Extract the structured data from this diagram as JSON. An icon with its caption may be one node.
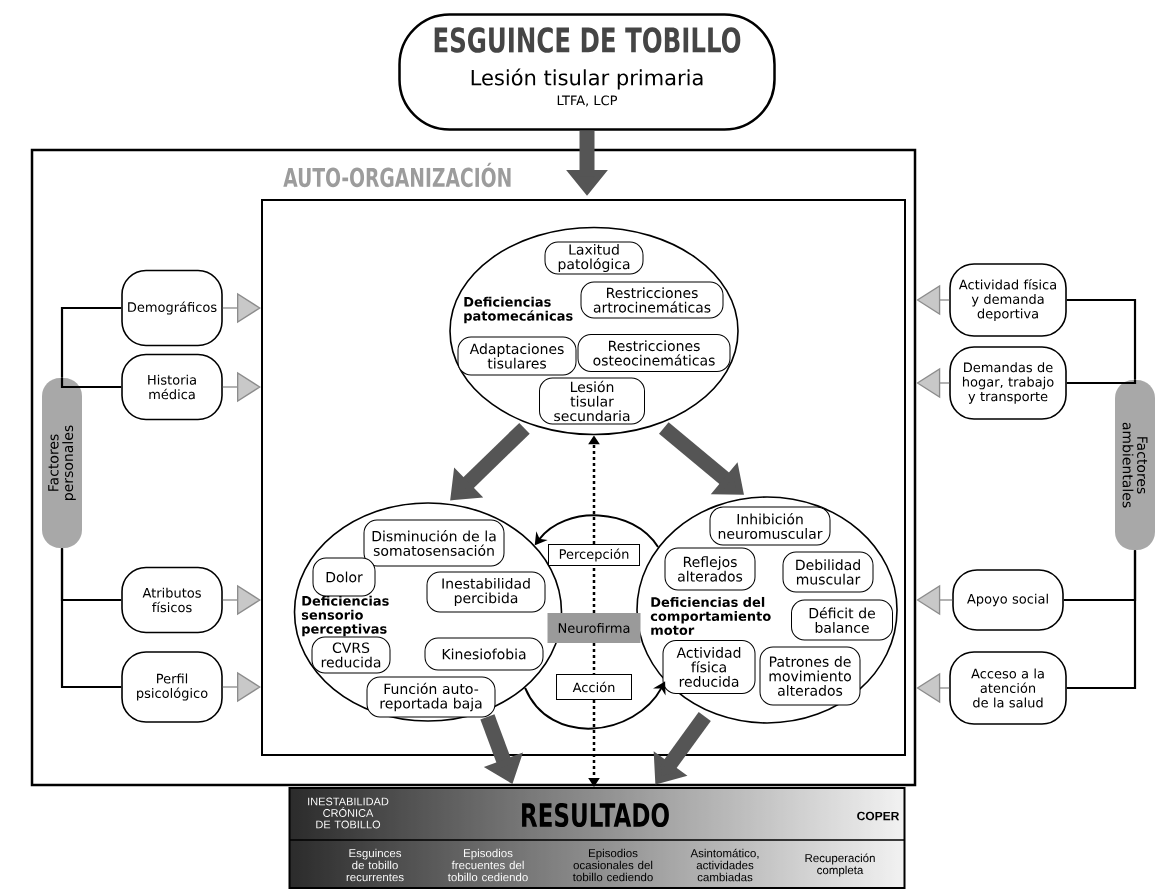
{
  "diagram": {
    "nodes": [
      {
        "text": [
          "ESGUINCE DE TOBILLO",
          "Lesión tisular primaria",
          "LTFA, LCP"
        ]
      },
      {
        "text": [
          "AUTO-ORGANIZACIÓN"
        ]
      },
      {
        "text": [],
        "shape": "box",
        "in": 1
      },
      {
        "text": [
          "Deficiencias patomecánicas"
        ],
        "in": 2
      },
      {
        "text": [
          "Laxitud patológica"
        ],
        "in": 3
      },
      {
        "text": [
          "Restricciones artrocinemáticas"
        ],
        "in": 3
      },
      {
        "text": [
          "Adaptaciones tisulares"
        ],
        "in": 3
      },
      {
        "text": [
          "Restricciones osteocinemáticas"
        ],
        "in": 3
      },
      {
        "text": [
          "Lesión tisular secundaria"
        ],
        "in": 3
      },
      {
        "text": [
          "Deficiencias sensorio perceptivas"
        ],
        "in": 2
      },
      {
        "text": [
          "Disminución de la somatosensación"
        ],
        "in": 9
      },
      {
        "text": [
          "Dolor"
        ],
        "in": 9
      },
      {
        "text": [
          "Inestabilidad percibida"
        ],
        "in": 9
      },
      {
        "text": [
          "CVRS reducida"
        ],
        "in": 9
      },
      {
        "text": [
          "Kinesiofobia"
        ],
        "in": 9
      },
      {
        "text": [
          "Función auto-reportada baja"
        ],
        "in": 9
      },
      {
        "text": [
          "Deficiencias del comportamiento motor"
        ],
        "in": 2
      },
      {
        "text": [
          "Inhibición neuromuscular"
        ],
        "in": 16
      },
      {
        "text": [
          "Reflejos alterados"
        ],
        "in": 16
      },
      {
        "text": [
          "Debilidad muscular"
        ],
        "in": 16
      },
      {
        "text": [
          "Déficit de balance"
        ],
        "in": 16
      },
      {
        "text": [
          "Actividad física reducida"
        ],
        "in": 16
      },
      {
        "text": [
          "Patrones de movimiento alterados"
        ],
        "in": 16
      },
      {
        "text": [
          "Percepción"
        ],
        "in": 2
      },
      {
        "text": [
          "Neurofirma"
        ],
        "in": 2
      },
      {
        "text": [
          "Acción"
        ],
        "in": 2
      },
      {
        "text": [
          "Factores personales"
        ],
        "in": 1
      },
      {
        "text": [
          "Demográficos"
        ],
        "in": 1
      },
      {
        "text": [
          "Historia médica"
        ],
        "in": 1
      },
      {
        "text": [
          "Atributos físicos"
        ],
        "in": 1
      },
      {
        "text": [
          "Perfil psicológico"
        ],
        "in": 1
      },
      {
        "text": [
          "Factores ambientales"
        ]
      },
      {
        "text": [
          "Actividad física y demanda deportiva"
        ]
      },
      {
        "text": [
          "Demandas de hogar, trabajo y transporte"
        ]
      },
      {
        "text": [
          "Apoyo social"
        ]
      },
      {
        "text": [
          "Acceso a la atención de la salud"
        ]
      },
      {
        "text": [
          "INESTABILIDAD CRÓNICA DE TOBILLO",
          "RESULTADO",
          "COPER",
          "Esguinces de tobillo recurrentes",
          "Episodios frecuentes del tobillo cediendo",
          "Episodios ocasionales del tobillo cediendo",
          "Asintomático, actividades cambiadas",
          "Recuperación completa"
        ]
      }
    ],
    "edges": [
      {
        "from": 0,
        "to": 2,
        "arrow": "to",
        "style": "thick",
        "color": "#555555"
      },
      {
        "from": 3,
        "to": 9,
        "arrow": "to",
        "style": "thick",
        "color": "#555555"
      },
      {
        "from": 3,
        "to": 16,
        "arrow": "to",
        "style": "thick",
        "color": "#555555"
      },
      {
        "from": 9,
        "to": 36,
        "arrow": "to",
        "style": "thick",
        "color": "#555555"
      },
      {
        "from": 16,
        "to": 36,
        "arrow": "to",
        "style": "thick",
        "color": "#555555"
      },
      {
        "from": 24,
        "to": 23,
        "arrow": "none",
        "style": "dashed"
      },
      {
        "from": 23,
        "to": 3,
        "arrow": "to",
        "style": "dashed"
      },
      {
        "from": 24,
        "to": 25,
        "arrow": "none",
        "style": "dashed"
      },
      {
        "from": 25,
        "to": 36,
        "arrow": "to",
        "style": "dashed"
      },
      {
        "from": 16,
        "to": 9,
        "arrow": "to"
      },
      {
        "from": 9,
        "to": 16,
        "arrow": "to"
      },
      {
        "from": 26,
        "to": 27,
        "arrow": "none"
      },
      {
        "from": 26,
        "to": 28,
        "arrow": "none"
      },
      {
        "from": 26,
        "to": 29,
        "arrow": "none"
      },
      {
        "from": 26,
        "to": 30,
        "arrow": "none"
      },
      {
        "from": 27,
        "to": 2,
        "arrow": "to",
        "color": "#8c8c8c"
      },
      {
        "from": 28,
        "to": 2,
        "arrow": "to",
        "color": "#8c8c8c"
      },
      {
        "from": 29,
        "to": 2,
        "arrow": "to",
        "color": "#8c8c8c"
      },
      {
        "from": 30,
        "to": 2,
        "arrow": "to",
        "color": "#8c8c8c"
      },
      {
        "from": 31,
        "to": 32,
        "arrow": "none"
      },
      {
        "from": 31,
        "to": 33,
        "arrow": "none"
      },
      {
        "from": 31,
        "to": 34,
        "arrow": "none"
      },
      {
        "from": 31,
        "to": 35,
        "arrow": "none"
      },
      {
        "from": 32,
        "to": 1,
        "arrow": "to",
        "color": "#8c8c8c"
      },
      {
        "from": 33,
        "to": 1,
        "arrow": "to",
        "color": "#8c8c8c"
      },
      {
        "from": 34,
        "to": 1,
        "arrow": "to",
        "color": "#8c8c8c"
      },
      {
        "from": 35,
        "to": 1,
        "arrow": "to",
        "color": "#8c8c8c"
      }
    ]
  }
}
